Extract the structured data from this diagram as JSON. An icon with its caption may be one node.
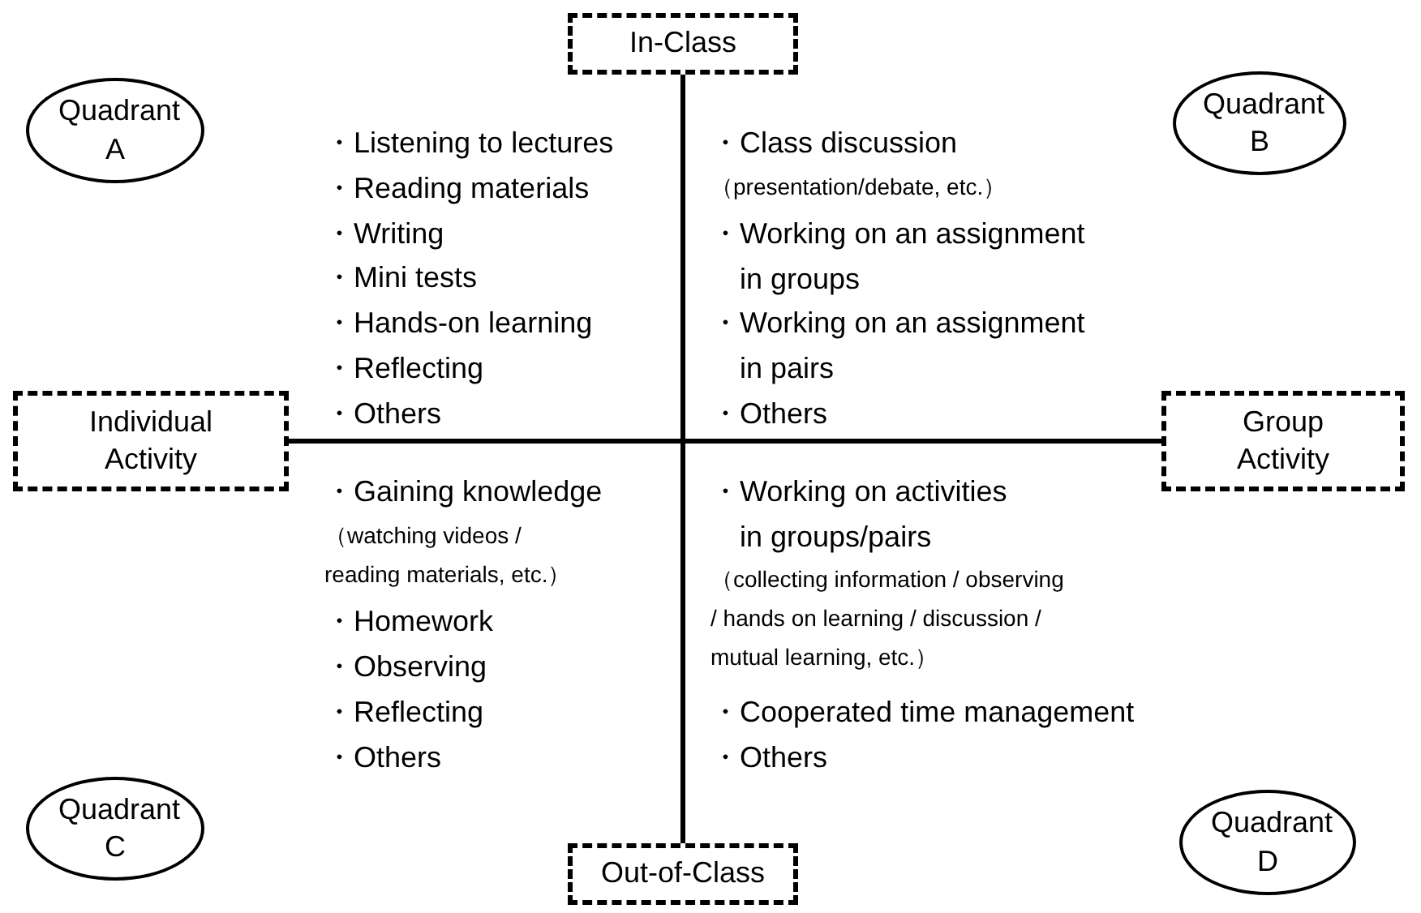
{
  "diagram": {
    "nodes": [
      {
        "text": [
          "In-Class"
        ]
      },
      {
        "text": [
          "Quadrant A"
        ]
      },
      {
        "text": [
          "Quadrant B"
        ]
      },
      {
        "text": [
          "Individual Activity"
        ]
      },
      {
        "text": [
          "Group Activity"
        ]
      },
      {
        "text": [
          "Quadrant C"
        ]
      },
      {
        "text": [
          "Quadrant D"
        ]
      },
      {
        "text": [
          "Out-of-Class"
        ]
      }
    ],
    "edges": [
      {
        "from": 0,
        "to": 7,
        "arrow": "none"
      },
      {
        "from": 3,
        "to": 4,
        "arrow": "none"
      }
    ],
    "labels": [
      "・Listening to lectures",
      "・Reading materials",
      "・Writing",
      "・Mini tests",
      "・Hands-on learning",
      "・Reflecting",
      "・Others",
      "・Class discussion",
      "（presentation/debate, etc.）",
      "・Working on an assignment in groups",
      "・Working on an assignment in pairs",
      "・Others",
      "・Gaining knowledge",
      "（watching videos / reading materials, etc.）",
      "・Homework",
      "・Observing",
      "・Reflecting",
      "・Others",
      "・Working on activities in groups/pairs",
      "（collecting information / observing / hands on learning / discussion / mutual learning, etc.）",
      "・Cooperated time management",
      "・Others"
    ]
  }
}
